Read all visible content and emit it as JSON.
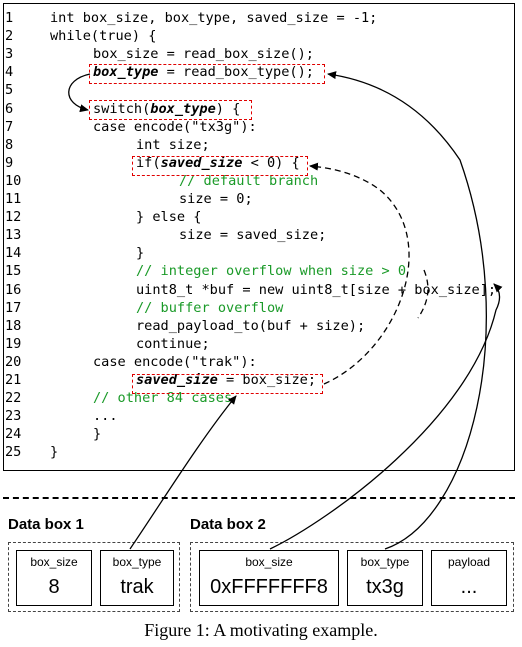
{
  "code": {
    "lines": [
      {
        "n": "1",
        "segments": [
          {
            "t": "int box_size, box_type, saved_size = -1;",
            "s": ""
          }
        ]
      },
      {
        "n": "2",
        "segments": [
          {
            "t": "while(true) {",
            "s": ""
          }
        ]
      },
      {
        "n": "3",
        "segments": [
          {
            "t": "box_size = read_box_size();",
            "s": ""
          }
        ]
      },
      {
        "n": "4",
        "segments": [
          {
            "t": "box_type",
            "s": "bi"
          },
          {
            "t": " = read_box_type();",
            "s": ""
          }
        ]
      },
      {
        "n": "5",
        "segments": []
      },
      {
        "n": "6",
        "segments": [
          {
            "t": "switch(",
            "s": ""
          },
          {
            "t": "box_type",
            "s": "bi"
          },
          {
            "t": ") {",
            "s": ""
          }
        ]
      },
      {
        "n": "7",
        "segments": [
          {
            "t": "case encode(\"tx3g\"):",
            "s": ""
          }
        ]
      },
      {
        "n": "8",
        "segments": [
          {
            "t": "int size;",
            "s": ""
          }
        ]
      },
      {
        "n": "9",
        "segments": [
          {
            "t": "if(",
            "s": ""
          },
          {
            "t": "saved_size",
            "s": "bi"
          },
          {
            "t": " < 0) {",
            "s": ""
          }
        ]
      },
      {
        "n": "10",
        "segments": [
          {
            "t": "// default branch",
            "s": "cm"
          }
        ]
      },
      {
        "n": "11",
        "segments": [
          {
            "t": "size = 0;",
            "s": ""
          }
        ]
      },
      {
        "n": "12",
        "segments": [
          {
            "t": "} else {",
            "s": ""
          }
        ]
      },
      {
        "n": "13",
        "segments": [
          {
            "t": "size = saved_size;",
            "s": ""
          }
        ]
      },
      {
        "n": "14",
        "segments": [
          {
            "t": "}",
            "s": ""
          }
        ]
      },
      {
        "n": "15",
        "segments": [
          {
            "t": "// integer overflow when size > 0",
            "s": "cm"
          }
        ]
      },
      {
        "n": "16",
        "segments": [
          {
            "t": "uint8_t *buf = new uint8_t[size + box_size];",
            "s": ""
          }
        ]
      },
      {
        "n": "17",
        "segments": [
          {
            "t": "// buffer overflow",
            "s": "cm"
          }
        ]
      },
      {
        "n": "18",
        "segments": [
          {
            "t": "read_payload_to(buf + size);",
            "s": ""
          }
        ]
      },
      {
        "n": "19",
        "segments": [
          {
            "t": "continue;",
            "s": ""
          }
        ]
      },
      {
        "n": "20",
        "segments": [
          {
            "t": "case encode(\"trak\"):",
            "s": ""
          }
        ]
      },
      {
        "n": "21",
        "segments": [
          {
            "t": "saved_size",
            "s": "bi"
          },
          {
            "t": " = box_size;",
            "s": ""
          }
        ]
      },
      {
        "n": "22",
        "segments": [
          {
            "t": "// other 84 cases",
            "s": "cm"
          }
        ]
      },
      {
        "n": "23",
        "segments": [
          {
            "t": "...",
            "s": ""
          }
        ]
      },
      {
        "n": "24",
        "segments": [
          {
            "t": "}",
            "s": ""
          }
        ]
      },
      {
        "n": "25",
        "segments": [
          {
            "t": "}",
            "s": ""
          }
        ]
      }
    ]
  },
  "data_box_1": {
    "title": "Data box 1",
    "fields": [
      {
        "label": "box_size",
        "value": "8"
      },
      {
        "label": "box_type",
        "value": "trak"
      }
    ]
  },
  "data_box_2": {
    "title": "Data box 2",
    "fields": [
      {
        "label": "box_size",
        "value": "0xFFFFFFF8"
      },
      {
        "label": "box_type",
        "value": "tx3g"
      },
      {
        "label": "payload",
        "value": "..."
      }
    ]
  },
  "caption": "Figure 1: A motivating example.",
  "colors": {
    "highlight": "#e00000",
    "comment": "#1a9a28"
  }
}
